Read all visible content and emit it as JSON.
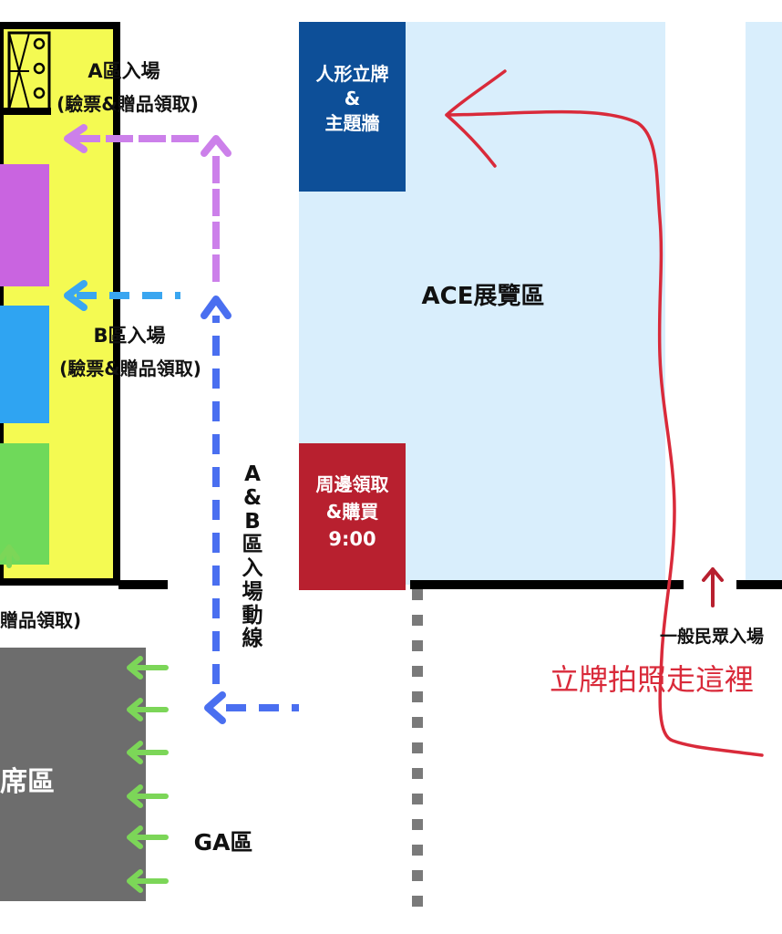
{
  "colors": {
    "yellow_zone": "#f4fa52",
    "purple": "#c964e0",
    "blue_zone": "#2fa4f2",
    "green_zone": "#6fd95a",
    "dark_gray": "#6d6d6d",
    "light_blue": "#d9eefc",
    "navy": "#0d4f98",
    "crimson": "#b8202f",
    "purple_arrow": "#cc80ea",
    "sky_arrow": "#3aa6f0",
    "royal_arrow": "#4a6ff0",
    "green_arrow": "#7cd658",
    "red_annotation": "#d92a3a"
  },
  "labels": {
    "zone_a_entry": "A區入場",
    "zone_a_note": "(驗票&贈品領取)",
    "zone_b_entry": "B區入場",
    "zone_b_note": "(驗票&贈品領取)",
    "partial_gift": "贈品領取)",
    "ab_route": [
      "A",
      "&",
      "B",
      "區",
      "入",
      "場",
      "動",
      "線"
    ],
    "ace_area": "ACE展覽區",
    "standee": [
      "人形立牌",
      "&",
      "主題牆"
    ],
    "merch": [
      "周邊領取",
      "&購買",
      "9:00"
    ],
    "general_entry": "一般民眾入場",
    "photo_route": "立牌拍照走這裡",
    "ga_area": "GA區",
    "partial_area": "席區"
  },
  "icons": [
    "speaker-stack-icon",
    "arrow-left-icon",
    "arrow-up-icon",
    "red-freehand-arrow-icon"
  ]
}
